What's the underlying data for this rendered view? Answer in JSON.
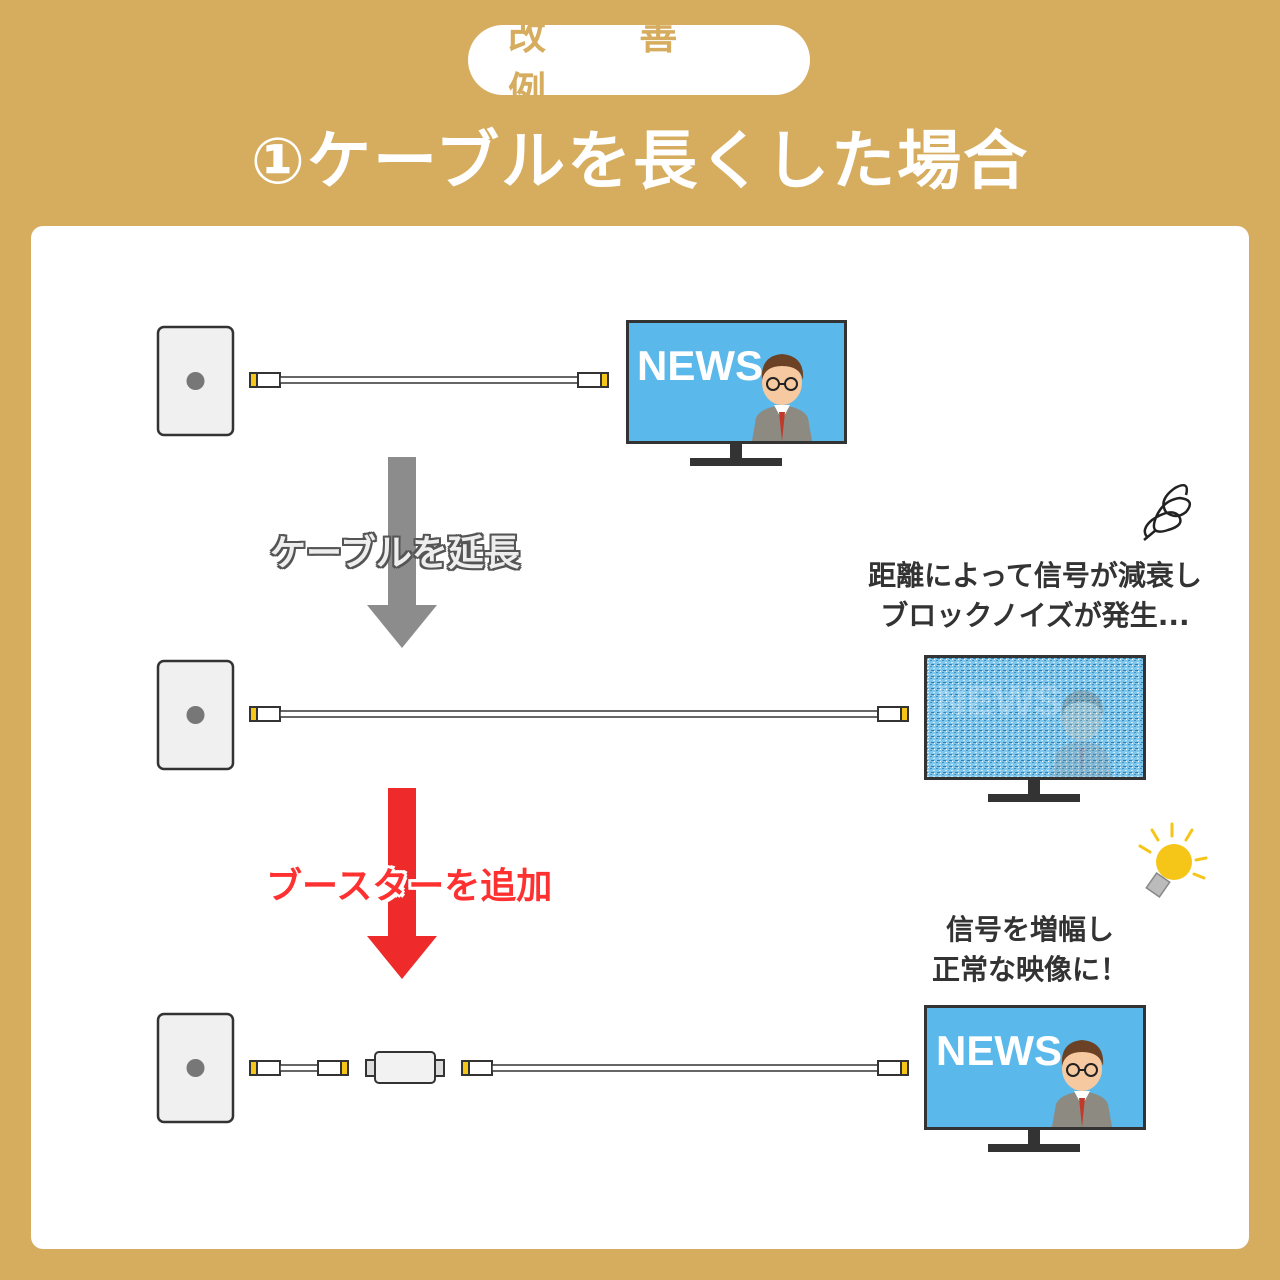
{
  "header": {
    "badge": "改 善 例",
    "title": "①ケーブルを長くした場合"
  },
  "steps": {
    "extend_label": "ケーブルを延長",
    "booster_label": "ブースターを追加"
  },
  "notes": {
    "noise_line1": "距離によって信号が減衰し",
    "noise_line2": "ブロックノイズが発生...",
    "ok_line1": "信号を増幅し",
    "ok_line2": "正常な映像に！"
  },
  "tv": {
    "screen_text": "NEWS"
  },
  "colors": {
    "background": "#d6ad5f",
    "screen": "#5bb8ea",
    "arrow_grey": "#8c8c8c",
    "arrow_red": "#ef2a2a",
    "connector": "#f5c518"
  },
  "icons": [
    "wall-outlet-icon",
    "cable-icon",
    "tv-icon",
    "newscaster-icon",
    "scribble-icon",
    "lightbulb-icon",
    "booster-icon",
    "down-arrow-icon"
  ]
}
